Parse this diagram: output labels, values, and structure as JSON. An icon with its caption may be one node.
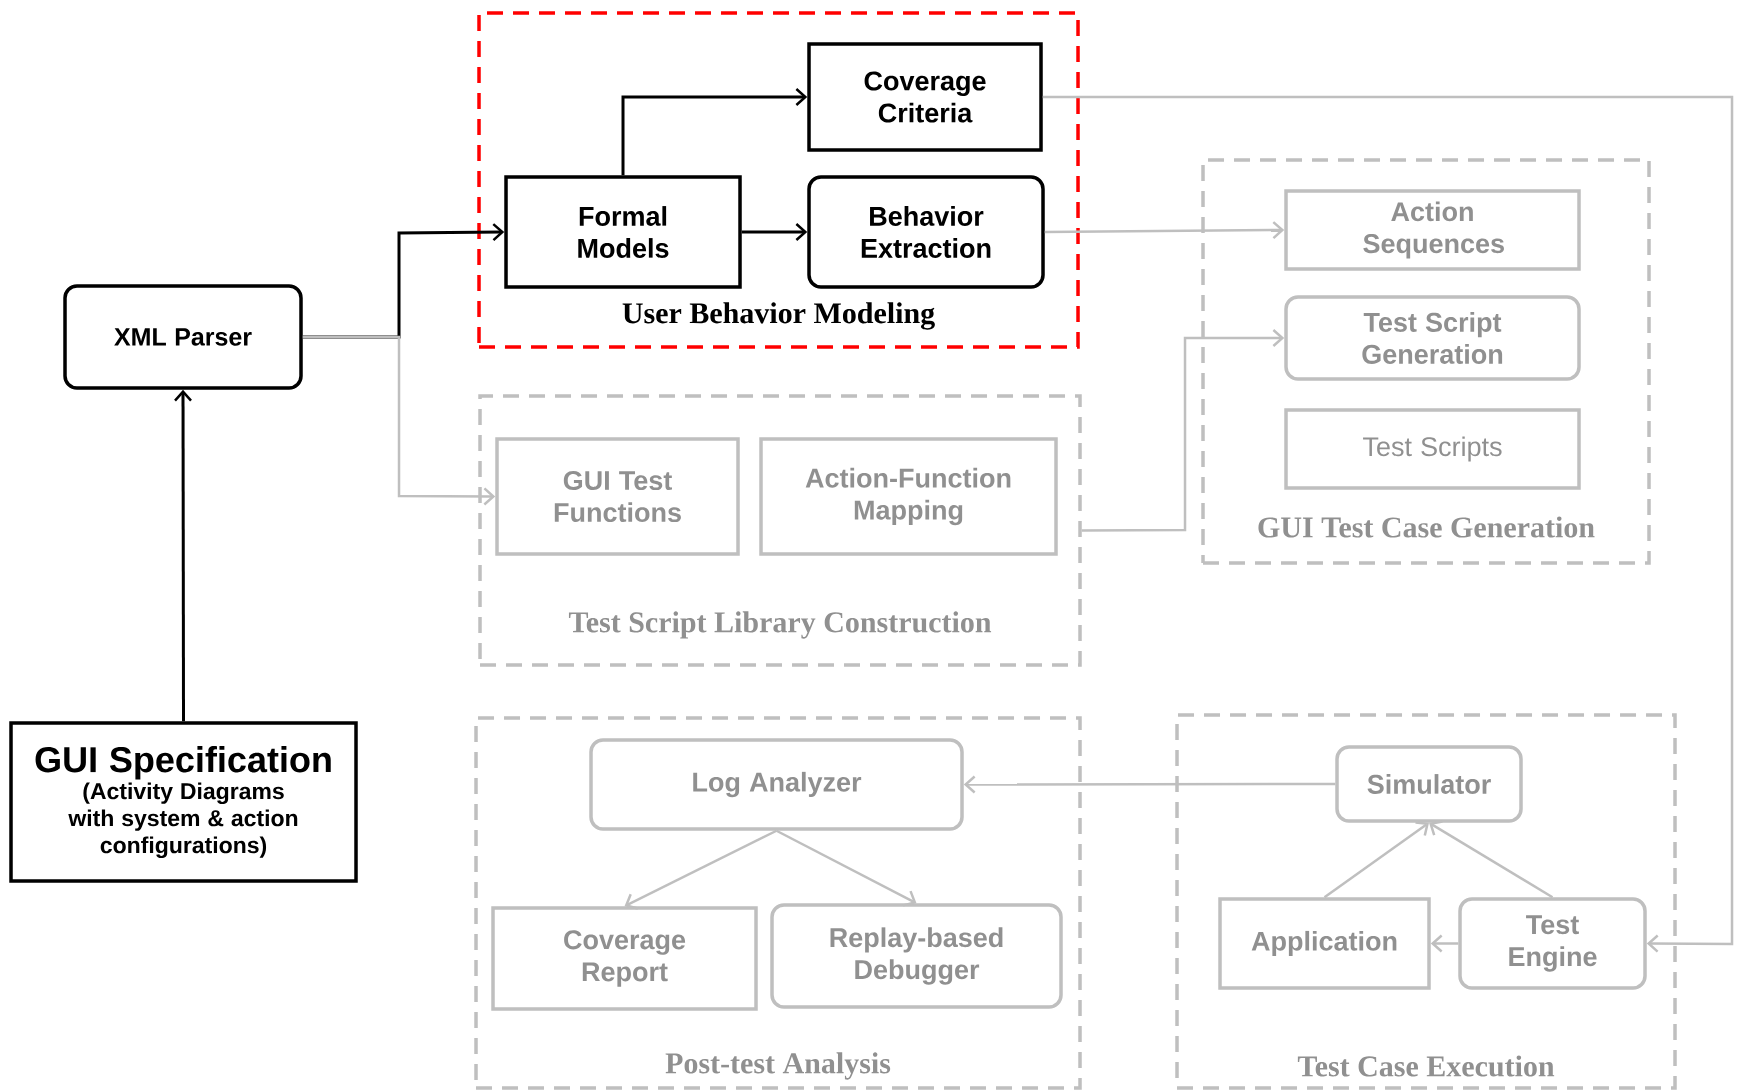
{
  "diagram": {
    "nodes": [
      {
        "text": [
          "User Behavior Modeling"
        ]
      },
      {
        "text": [
          "Coverage Criteria"
        ],
        "in": 0
      },
      {
        "text": [
          "Formal Models"
        ],
        "in": 0
      },
      {
        "text": [
          "Behavior Extraction"
        ],
        "in": 0
      },
      {
        "text": [
          "XML Parser"
        ]
      },
      {
        "text": [
          "GUI Specification",
          "(Activity Diagrams with system & action configurations)"
        ]
      },
      {
        "text": [
          "Test Script Library Construction"
        ]
      },
      {
        "text": [
          "GUI Test Functions"
        ],
        "in": 6
      },
      {
        "text": [
          "Action-Function Mapping"
        ],
        "in": 6
      },
      {
        "text": [
          "GUI Test Case Generation"
        ]
      },
      {
        "text": [
          "Action Sequences"
        ],
        "in": 9
      },
      {
        "text": [
          "Test Script Generation"
        ],
        "in": 9
      },
      {
        "text": [
          "Test Scripts"
        ],
        "in": 9
      },
      {
        "text": [
          "Post-test Analysis"
        ]
      },
      {
        "text": [
          "Log Analyzer"
        ],
        "in": 13
      },
      {
        "text": [
          "Coverage Report"
        ],
        "in": 13
      },
      {
        "text": [
          "Replay-based Debugger"
        ],
        "in": 13
      },
      {
        "text": [
          "Test Case Execution"
        ]
      },
      {
        "text": [
          "Simulator"
        ],
        "in": 17
      },
      {
        "text": [
          "Application"
        ],
        "in": 17
      },
      {
        "text": [
          "Test Engine"
        ],
        "in": 17
      }
    ],
    "edges": [
      {
        "from": 5,
        "to": 4,
        "arrow": "to",
        "color": "#000000"
      },
      {
        "from": 4,
        "to": 2,
        "arrow": "to",
        "color": "#000000"
      },
      {
        "from": 4,
        "to": 7,
        "arrow": "to"
      },
      {
        "from": 2,
        "to": 1,
        "arrow": "to",
        "color": "#000000"
      },
      {
        "from": 2,
        "to": 3,
        "arrow": "to",
        "color": "#000000"
      },
      {
        "from": 3,
        "to": 10,
        "arrow": "to"
      },
      {
        "from": 1,
        "to": 20,
        "arrow": "to"
      },
      {
        "from": 6,
        "to": 11,
        "arrow": "to"
      },
      {
        "from": 18,
        "to": 14,
        "arrow": "to"
      },
      {
        "from": 14,
        "to": 15,
        "arrow": "to"
      },
      {
        "from": 14,
        "to": 16,
        "arrow": "to"
      },
      {
        "from": 19,
        "to": 18,
        "arrow": "to"
      },
      {
        "from": 20,
        "to": 18,
        "arrow": "to"
      },
      {
        "from": 20,
        "to": 19,
        "arrow": "to"
      }
    ]
  }
}
